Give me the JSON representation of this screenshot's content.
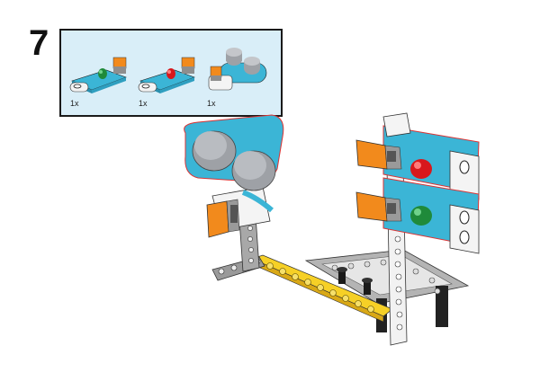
{
  "step": {
    "number": "7"
  },
  "parts": [
    {
      "name": "green-led-module",
      "qty": "1x",
      "led_color": "#1f8a3a"
    },
    {
      "name": "red-led-module",
      "qty": "1x",
      "led_color": "#d8181c"
    },
    {
      "name": "ultrasonic-sensor-module",
      "qty": "1x"
    }
  ],
  "colors": {
    "panel_bg": "#d9eef8",
    "module_blue": "#3bb5d6",
    "module_white": "#f4f4f4",
    "connector_orange": "#f28a1c",
    "beam_yellow": "#f6d026",
    "beam_gray": "#9a9a9a",
    "beam_white": "#f2f2f2",
    "sensor_gray": "#8c8f95"
  }
}
